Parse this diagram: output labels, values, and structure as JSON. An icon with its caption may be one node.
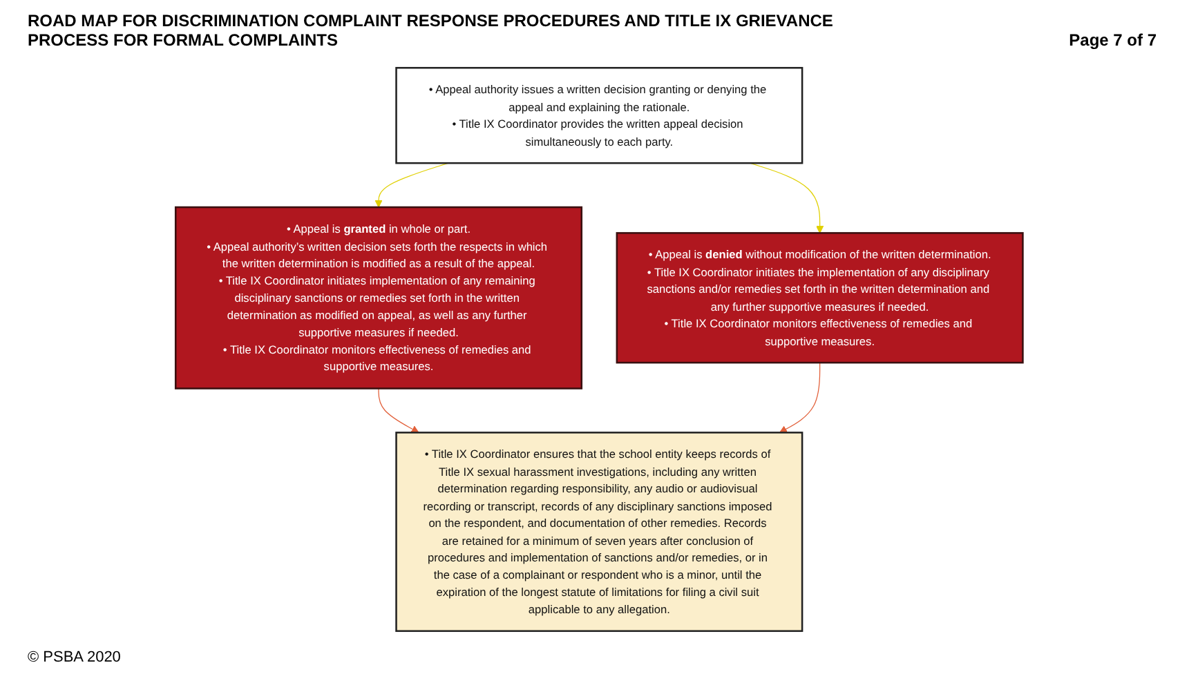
{
  "diagram": {
    "title": "ROAD MAP FOR DISCRIMINATION COMPLAINT RESPONSE PROCEDURES AND TITLE IX GRIEVANCE PROCESS FOR FORMAL COMPLAINTS",
    "caption": "© PSBA 2020",
    "nodes": [
      {
        "text": [
          "• Appeal authority issues a written decision granting or denying the appeal and explaining the rationale.",
          "• Title IX Coordinator provides the written appeal decision simultaneously to each party."
        ]
      },
      {
        "text": [
          "• Appeal is **granted** in whole or part.",
          "• Appeal authority’s written decision sets forth the respects in which the written determination is modified as a result of the appeal.",
          "• Title IX Coordinator initiates implementation of any remaining disciplinary sanctions or remedies set forth in the written determination as modified on appeal, as well as any further supportive measures if needed.",
          "• Title IX Coordinator monitors effectiveness of remedies and supportive measures."
        ]
      },
      {
        "text": [
          "• Appeal is **denied** without modification of the written determination.",
          "• Title IX Coordinator initiates the implementation of any disciplinary sanctions and/or remedies set forth in the written determination and any further supportive measures if needed.",
          "• Title IX Coordinator monitors effectiveness of remedies and supportive measures."
        ]
      },
      {
        "text": [
          "• Title IX Coordinator ensures that the school entity keeps records of Title IX sexual harassment investigations, including any written determination regarding responsibility, any audio or audiovisual recording or transcript, records of any disciplinary sanctions imposed on the respondent, and documentation of other remedies. Records are retained for a minimum of seven years after conclusion of procedures and implementation of sanctions and/or remedies, or in the case of a complainant or respondent who is a minor, until the expiration of the longest statute of limitations for filing a civil suit applicable to any allegation."
        ]
      }
    ],
    "edges": [
      {
        "from": 0,
        "to": 1,
        "arrow": "to",
        "color": "#e0d000"
      },
      {
        "from": 0,
        "to": 2,
        "arrow": "to",
        "color": "#e0d000"
      },
      {
        "from": 1,
        "to": 3,
        "arrow": "to",
        "color": "#e2603a"
      },
      {
        "from": 2,
        "to": 3,
        "arrow": "to",
        "color": "#e2603a"
      }
    ],
    "labels": [
      "Page 7 of 7"
    ]
  }
}
